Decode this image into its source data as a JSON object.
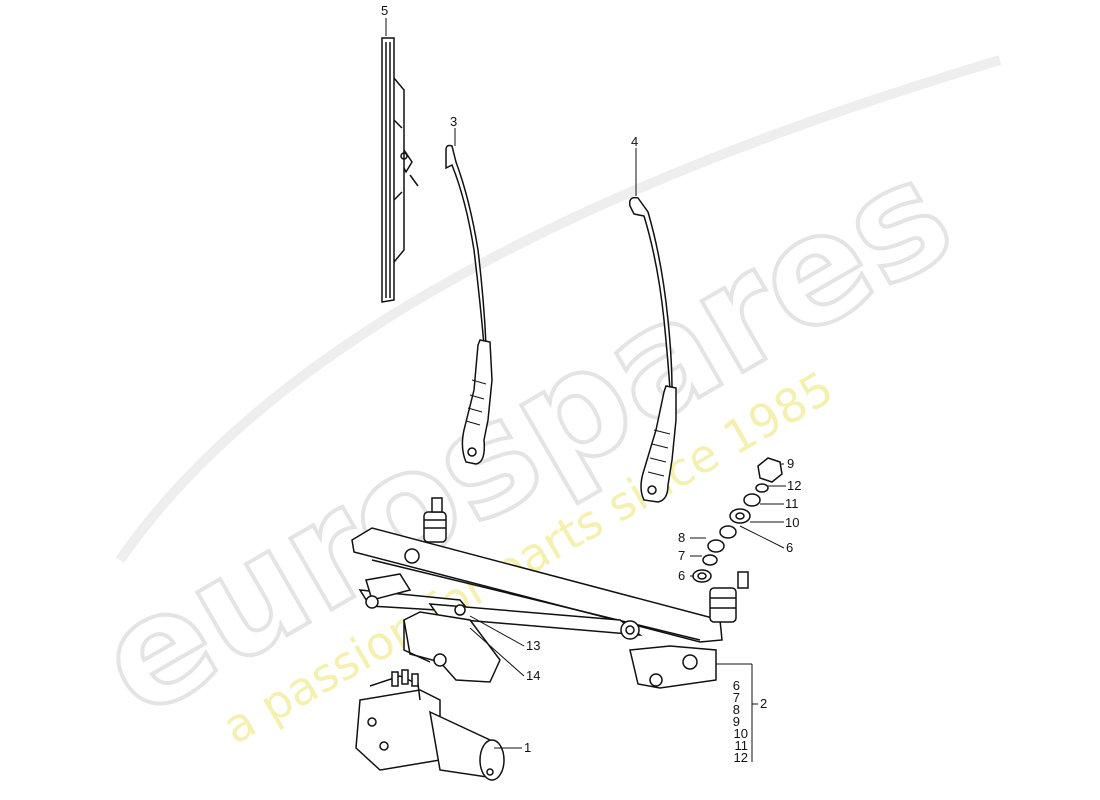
{
  "watermark": {
    "brand": "eurospares",
    "tagline": "a passion for parts since 1985",
    "brand_color": "#e6e6e6",
    "tagline_color": "#f3f0a8"
  },
  "callouts": {
    "c1": "1",
    "c3": "3",
    "c4": "4",
    "c5": "5",
    "c6a": "6",
    "c6b": "6",
    "c7": "7",
    "c8": "8",
    "c9": "9",
    "c10": "10",
    "c11": "11",
    "c12": "12",
    "c13": "13",
    "c14": "14"
  },
  "group": {
    "items": [
      "6",
      "7",
      "8",
      "9",
      "10",
      "11",
      "12"
    ],
    "parent": "2"
  }
}
